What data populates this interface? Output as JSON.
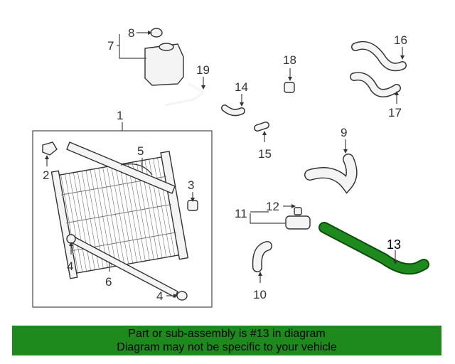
{
  "callouts": {
    "c1": "1",
    "c2": "2",
    "c3": "3",
    "c4a": "4",
    "c4b": "4",
    "c5": "5",
    "c6": "6",
    "c7": "7",
    "c8": "8",
    "c9": "9",
    "c10": "10",
    "c11": "11",
    "c12": "12",
    "c13": "13",
    "c14": "14",
    "c15": "15",
    "c16": "16",
    "c17": "17",
    "c18": "18",
    "c19": "19"
  },
  "highlighted_part": "13",
  "highlight_color": "#1e8a1e",
  "footer": {
    "line1": "Part or sub-assembly is #13 in diagram",
    "line2": "Diagram may not be specific to your vehicle"
  }
}
